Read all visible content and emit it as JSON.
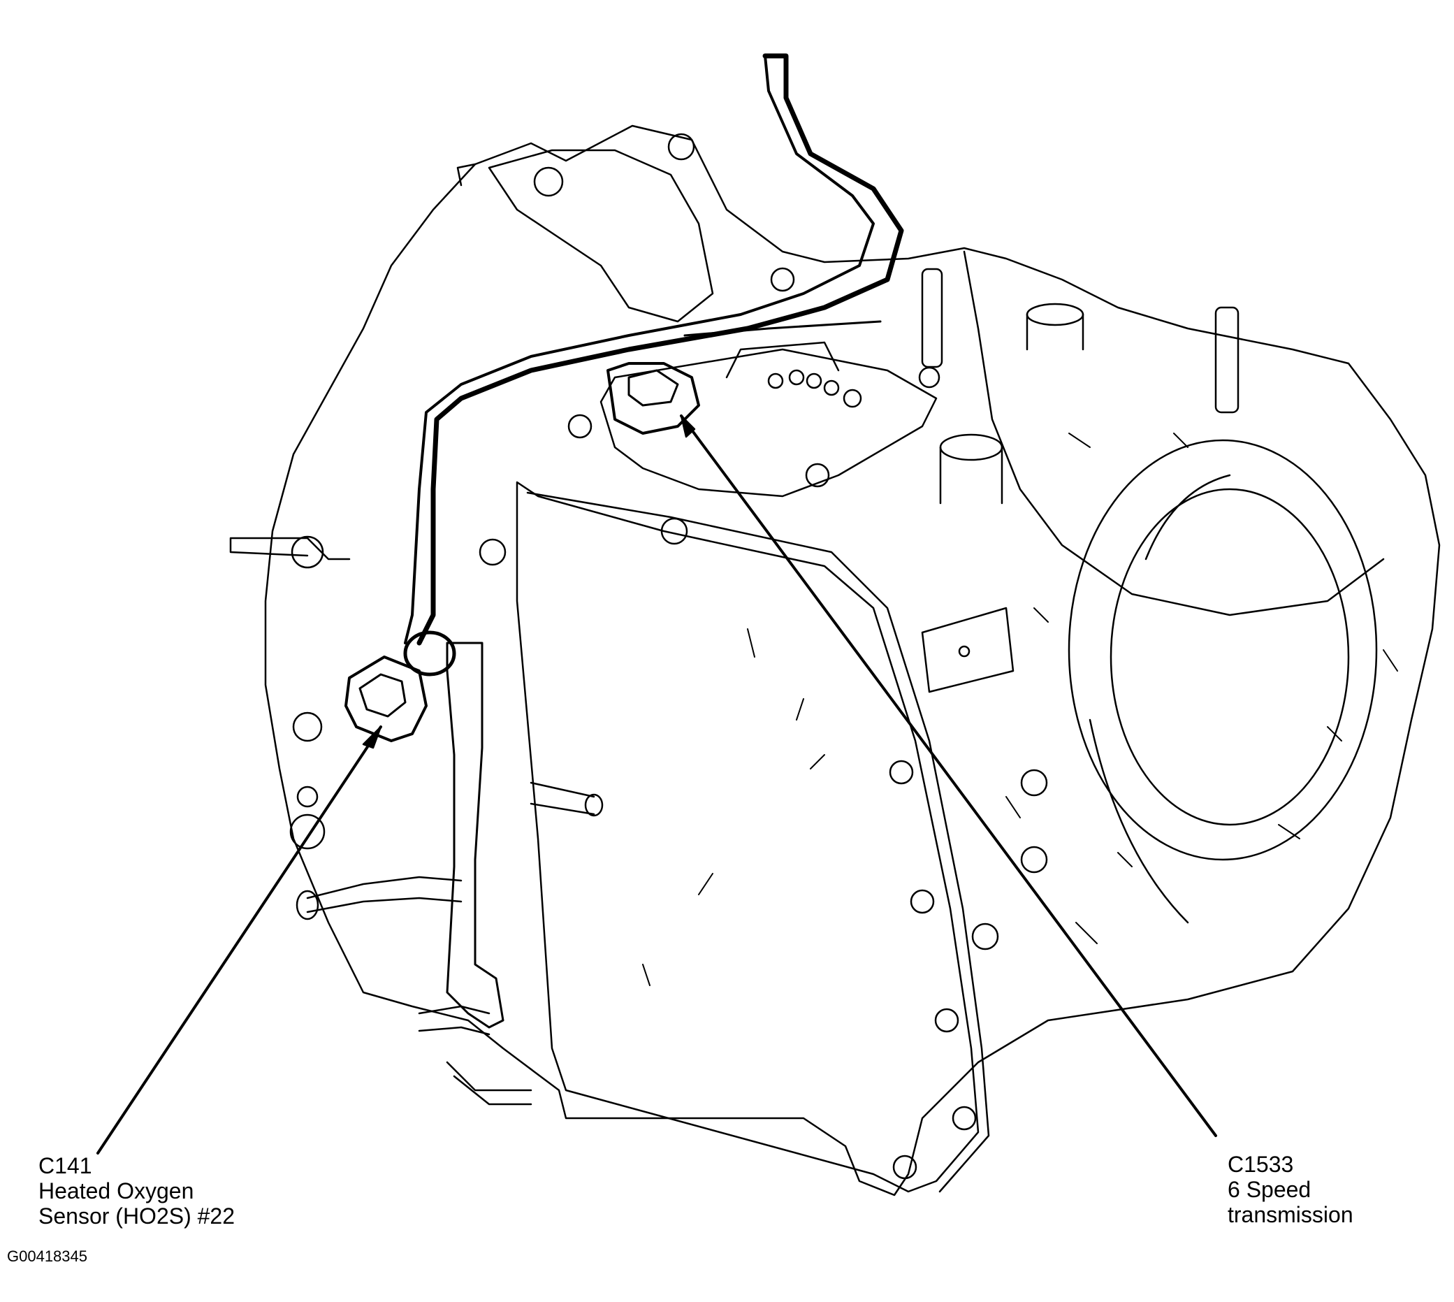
{
  "callouts": [
    {
      "id": "C141",
      "lines": [
        "C141",
        "Heated Oxygen",
        "Sensor (HO2S) #22"
      ]
    },
    {
      "id": "C1533",
      "lines": [
        "C1533",
        "6 Speed",
        "transmission"
      ]
    }
  ],
  "figure_id": "G00418345",
  "colors": {
    "ink": "#000000",
    "paper": "#ffffff"
  }
}
